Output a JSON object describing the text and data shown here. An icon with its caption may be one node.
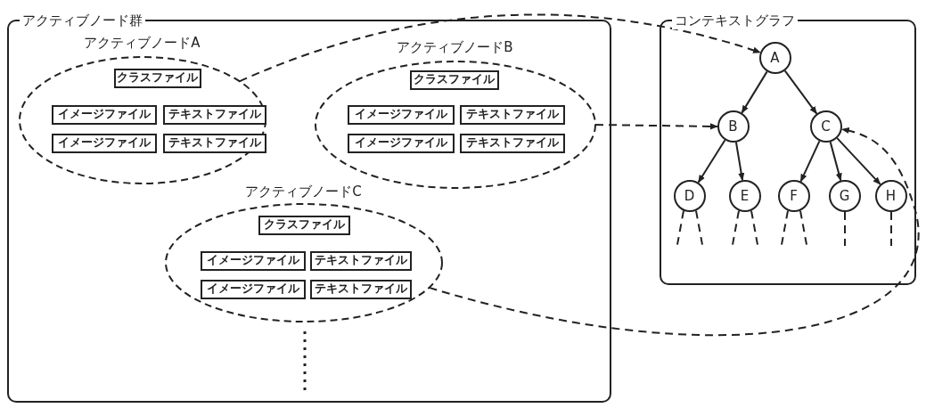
{
  "diagram": {
    "nodes": [
      {
        "text": [
          "アクティブノード群"
        ]
      },
      {
        "text": [
          "アクティブノードA"
        ],
        "in": 0
      },
      {
        "text": [
          "クラスファイル"
        ],
        "in": 1
      },
      {
        "text": [
          "イメージファイル"
        ],
        "in": 1
      },
      {
        "text": [
          "テキストファイル"
        ],
        "in": 1
      },
      {
        "text": [
          "イメージファイル"
        ],
        "in": 1
      },
      {
        "text": [
          "テキストファイル"
        ],
        "in": 1
      },
      {
        "text": [
          "アクティブノードB"
        ],
        "in": 0
      },
      {
        "text": [
          "クラスファイル"
        ],
        "in": 7
      },
      {
        "text": [
          "イメージファイル"
        ],
        "in": 7
      },
      {
        "text": [
          "テキストファイル"
        ],
        "in": 7
      },
      {
        "text": [
          "イメージファイル"
        ],
        "in": 7
      },
      {
        "text": [
          "テキストファイル"
        ],
        "in": 7
      },
      {
        "text": [
          "アクティブノードC"
        ],
        "in": 0
      },
      {
        "text": [
          "クラスファイル"
        ],
        "in": 13
      },
      {
        "text": [
          "イメージファイル"
        ],
        "in": 13
      },
      {
        "text": [
          "テキストファイル"
        ],
        "in": 13
      },
      {
        "text": [
          "イメージファイル"
        ],
        "in": 13
      },
      {
        "text": [
          "テキストファイル"
        ],
        "in": 13
      },
      {
        "text": [
          "コンテキストグラフ"
        ]
      },
      {
        "text": [
          "A"
        ],
        "in": 19
      },
      {
        "text": [
          "B"
        ],
        "in": 19
      },
      {
        "text": [
          "C"
        ],
        "in": 19
      },
      {
        "text": [
          "D"
        ],
        "in": 19
      },
      {
        "text": [
          "E"
        ],
        "in": 19
      },
      {
        "text": [
          "F"
        ],
        "in": 19
      },
      {
        "text": [
          "G"
        ],
        "in": 19
      },
      {
        "text": [
          "H"
        ],
        "in": 19
      }
    ],
    "edges": [
      {
        "from": 20,
        "to": 21,
        "arrow": "to"
      },
      {
        "from": 20,
        "to": 22,
        "arrow": "to"
      },
      {
        "from": 21,
        "to": 23,
        "arrow": "to"
      },
      {
        "from": 21,
        "to": 24,
        "arrow": "to"
      },
      {
        "from": 22,
        "to": 25,
        "arrow": "to"
      },
      {
        "from": 22,
        "to": 26,
        "arrow": "to"
      },
      {
        "from": 22,
        "to": 27,
        "arrow": "to"
      },
      {
        "from": 1,
        "to": 20,
        "arrow": "to",
        "style": "dashed"
      },
      {
        "from": 7,
        "to": 21,
        "arrow": "to",
        "style": "dashed"
      },
      {
        "from": 13,
        "to": 22,
        "arrow": "to",
        "style": "dashed"
      },
      {
        "from": 23,
        "to": null,
        "arrow": "none",
        "style": "dashed"
      },
      {
        "from": 23,
        "to": null,
        "arrow": "none",
        "style": "dashed"
      },
      {
        "from": 24,
        "to": null,
        "arrow": "none",
        "style": "dashed"
      },
      {
        "from": 24,
        "to": null,
        "arrow": "none",
        "style": "dashed"
      },
      {
        "from": 25,
        "to": null,
        "arrow": "none",
        "style": "dashed"
      },
      {
        "from": 25,
        "to": null,
        "arrow": "none",
        "style": "dashed"
      },
      {
        "from": 26,
        "to": null,
        "arrow": "none",
        "style": "dashed"
      },
      {
        "from": 27,
        "to": null,
        "arrow": "none",
        "style": "dashed"
      }
    ]
  }
}
